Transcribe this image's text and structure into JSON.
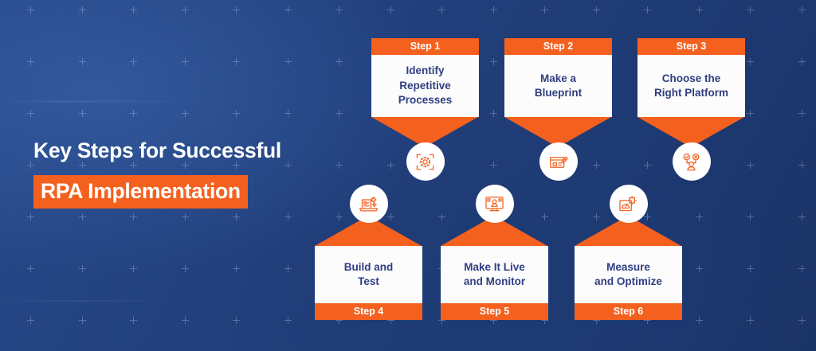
{
  "theme": {
    "background_navy": "#22407D",
    "accent_orange": "#F4611F",
    "card_white": "#FCFCFC",
    "card_text_navy": "#2F3E82",
    "headline_white": "#FFFFFF"
  },
  "headline": {
    "line1": "Key Steps for Successful",
    "line2": "RPA Implementation"
  },
  "steps": [
    {
      "step_label": "Step 1",
      "title": "Identify\nRepetitive\nProcesses",
      "title_lines": [
        "Identify",
        "Repetitive",
        "Processes"
      ],
      "icon": "gear-scan-icon",
      "row": "top"
    },
    {
      "step_label": "Step 2",
      "title": "Make a\nBlueprint",
      "title_lines": [
        "Make a",
        "Blueprint"
      ],
      "icon": "blueprint-pen-icon",
      "row": "top"
    },
    {
      "step_label": "Step 3",
      "title": "Choose the\nRight Platform",
      "title_lines": [
        "Choose the",
        "Right Platform"
      ],
      "icon": "person-choice-icon",
      "row": "top"
    },
    {
      "step_label": "Step 4",
      "title": "Build and\nTest",
      "title_lines": [
        "Build and",
        "Test"
      ],
      "icon": "laptop-gears-icon",
      "row": "bottom"
    },
    {
      "step_label": "Step 5",
      "title": "Make It Live\nand Monitor",
      "title_lines": [
        "Make It Live",
        "and Monitor"
      ],
      "icon": "monitor-person-icon",
      "row": "bottom"
    },
    {
      "step_label": "Step 6",
      "title": "Measure\nand Optimize",
      "title_lines": [
        "Measure",
        "and Optimize"
      ],
      "icon": "gauge-gear-icon",
      "row": "bottom"
    }
  ]
}
